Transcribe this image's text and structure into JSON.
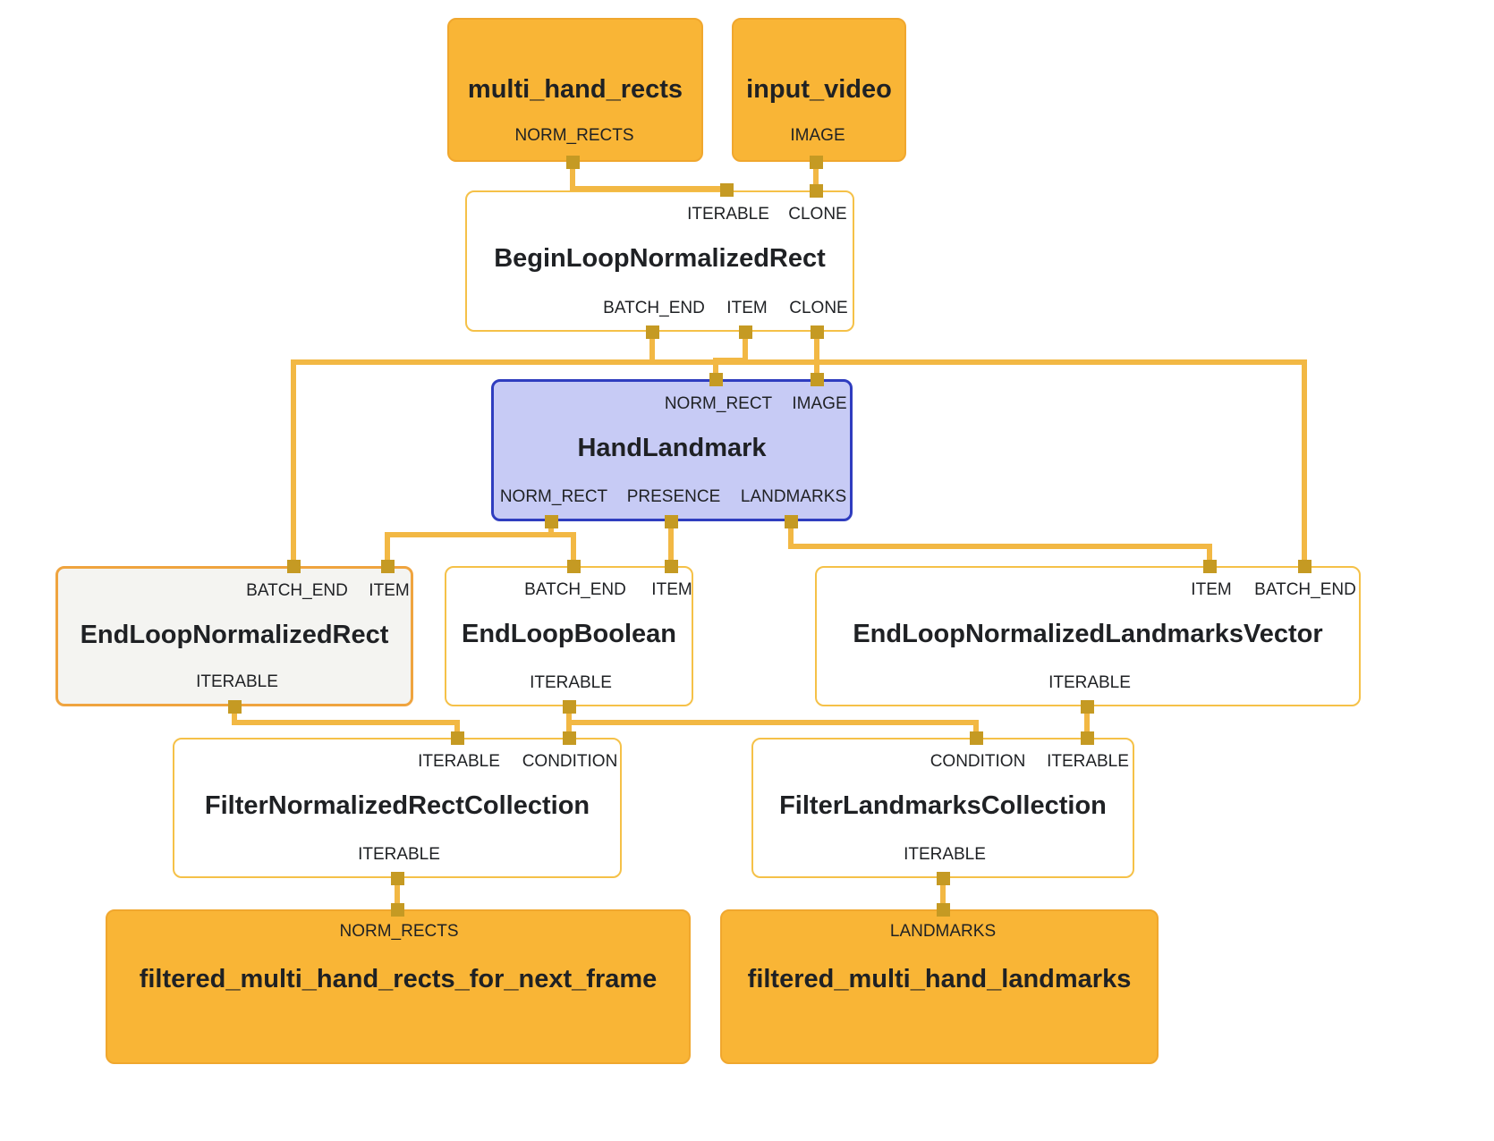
{
  "diagram": {
    "type": "mediapipe-graph",
    "colors": {
      "edge": "#F2B844",
      "connector": "#C59A23",
      "stream_fill": "#F9B536",
      "calculator_fill": "#FFFFFF",
      "calculator_border": "#F5C148",
      "selected_fill": "#F4F4F1",
      "selected_border": "#EFA43F",
      "subgraph_fill": "#C7CBF5",
      "subgraph_border": "#2F3DBF",
      "text": "#1F2124"
    },
    "nodes": [
      {
        "id": "multi_hand_rects",
        "type": "input-stream",
        "title": "multi_hand_rects",
        "ports_bottom": [
          "NORM_RECTS"
        ]
      },
      {
        "id": "input_video",
        "type": "input-stream",
        "title": "input_video",
        "ports_bottom": [
          "IMAGE"
        ]
      },
      {
        "id": "begin_loop_normalized_rect",
        "type": "calculator",
        "title": "BeginLoopNormalizedRect",
        "ports_top": [
          "ITERABLE",
          "CLONE"
        ],
        "ports_bottom": [
          "BATCH_END",
          "ITEM",
          "CLONE"
        ]
      },
      {
        "id": "hand_landmark",
        "type": "subgraph",
        "title": "HandLandmark",
        "ports_top": [
          "NORM_RECT",
          "IMAGE"
        ],
        "ports_bottom": [
          "NORM_RECT",
          "PRESENCE",
          "LANDMARKS"
        ]
      },
      {
        "id": "end_loop_normalized_rect",
        "type": "calculator-selected",
        "title": "EndLoopNormalizedRect",
        "ports_top": [
          "BATCH_END",
          "ITEM"
        ],
        "ports_bottom": [
          "ITERABLE"
        ]
      },
      {
        "id": "end_loop_boolean",
        "type": "calculator",
        "title": "EndLoopBoolean",
        "ports_top": [
          "BATCH_END",
          "ITEM"
        ],
        "ports_bottom": [
          "ITERABLE"
        ]
      },
      {
        "id": "end_loop_normalized_landmarks_vector",
        "type": "calculator",
        "title": "EndLoopNormalizedLandmarksVector",
        "ports_top": [
          "ITEM",
          "BATCH_END"
        ],
        "ports_bottom": [
          "ITERABLE"
        ]
      },
      {
        "id": "filter_normalized_rect_collection",
        "type": "calculator",
        "title": "FilterNormalizedRectCollection",
        "ports_top": [
          "ITERABLE",
          "CONDITION"
        ],
        "ports_bottom": [
          "ITERABLE"
        ]
      },
      {
        "id": "filter_landmarks_collection",
        "type": "calculator",
        "title": "FilterLandmarksCollection",
        "ports_top": [
          "CONDITION",
          "ITERABLE"
        ],
        "ports_bottom": [
          "ITERABLE"
        ]
      },
      {
        "id": "filtered_multi_hand_rects_for_next_frame",
        "type": "output-stream",
        "title": "filtered_multi_hand_rects_for_next_frame",
        "ports_top": [
          "NORM_RECTS"
        ]
      },
      {
        "id": "filtered_multi_hand_landmarks",
        "type": "output-stream",
        "title": "filtered_multi_hand_landmarks",
        "ports_top": [
          "LANDMARKS"
        ]
      }
    ],
    "edges": [
      {
        "from": "multi_hand_rects:NORM_RECTS",
        "to": "BeginLoopNormalizedRect:ITERABLE"
      },
      {
        "from": "input_video:IMAGE",
        "to": "BeginLoopNormalizedRect:CLONE"
      },
      {
        "from": "BeginLoopNormalizedRect:ITEM",
        "to": "HandLandmark:NORM_RECT"
      },
      {
        "from": "BeginLoopNormalizedRect:CLONE",
        "to": "HandLandmark:IMAGE"
      },
      {
        "from": "BeginLoopNormalizedRect:BATCH_END",
        "to": "EndLoopNormalizedRect:BATCH_END"
      },
      {
        "from": "BeginLoopNormalizedRect:BATCH_END",
        "to": "EndLoopBoolean:BATCH_END"
      },
      {
        "from": "BeginLoopNormalizedRect:BATCH_END",
        "to": "EndLoopNormalizedLandmarksVector:BATCH_END"
      },
      {
        "from": "HandLandmark:NORM_RECT",
        "to": "EndLoopNormalizedRect:ITEM"
      },
      {
        "from": "HandLandmark:PRESENCE",
        "to": "EndLoopBoolean:ITEM"
      },
      {
        "from": "HandLandmark:LANDMARKS",
        "to": "EndLoopNormalizedLandmarksVector:ITEM"
      },
      {
        "from": "EndLoopNormalizedRect:ITERABLE",
        "to": "FilterNormalizedRectCollection:ITERABLE"
      },
      {
        "from": "EndLoopBoolean:ITERABLE",
        "to": "FilterNormalizedRectCollection:CONDITION"
      },
      {
        "from": "EndLoopBoolean:ITERABLE",
        "to": "FilterLandmarksCollection:CONDITION"
      },
      {
        "from": "EndLoopNormalizedLandmarksVector:ITERABLE",
        "to": "FilterLandmarksCollection:ITERABLE"
      },
      {
        "from": "FilterNormalizedRectCollection:ITERABLE",
        "to": "filtered_multi_hand_rects_for_next_frame:NORM_RECTS"
      },
      {
        "from": "FilterLandmarksCollection:ITERABLE",
        "to": "filtered_multi_hand_landmarks:LANDMARKS"
      }
    ]
  }
}
